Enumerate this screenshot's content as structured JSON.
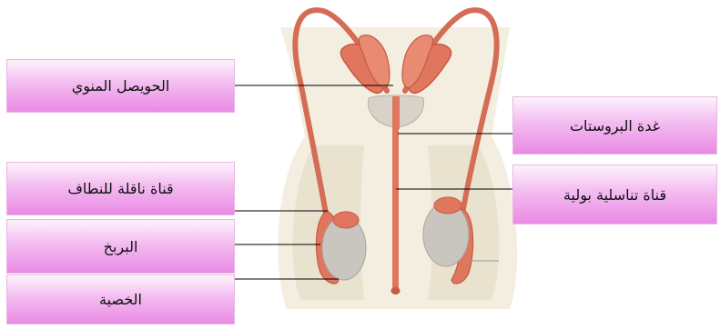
{
  "labels": {
    "seminal_vesicle": "الحويصل المنوي",
    "vas_deferens": "قناة ناقلة للنطاف",
    "epididymis": "البربخ",
    "testis": "الخصية",
    "prostate": "غدة البروستات",
    "urethra": "قناة تناسلية بولية"
  },
  "colors": {
    "organ": "#e0765e",
    "organ_dark": "#c65a44",
    "testis_gray": "#c9c6c0",
    "skin": "#efe8d4",
    "leader_line": "#000000"
  }
}
